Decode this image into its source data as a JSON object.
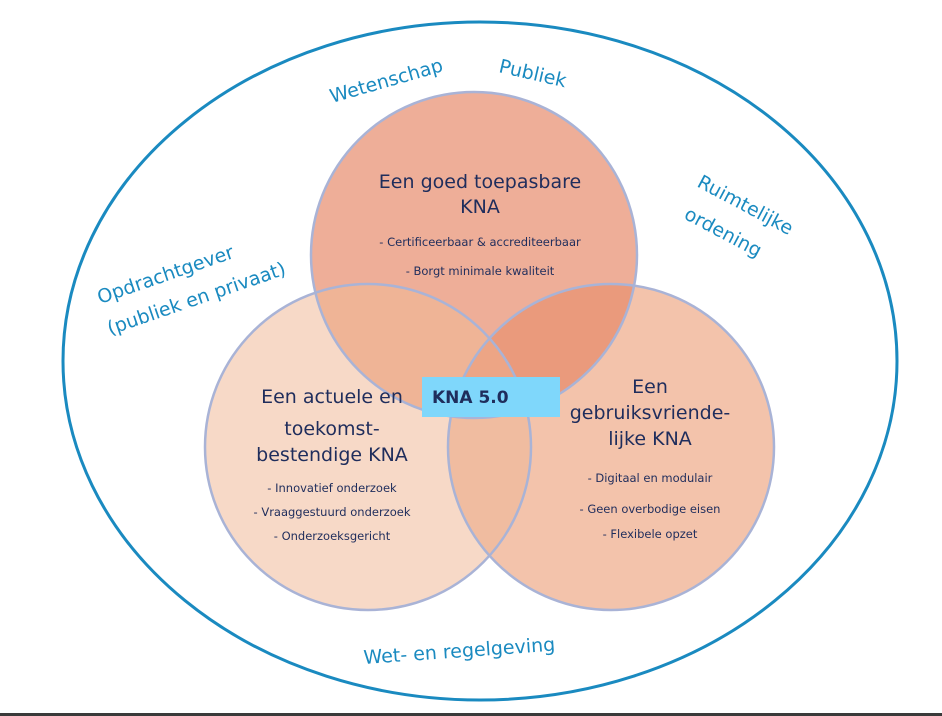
{
  "context_labels": {
    "wetenschap": "Wetenschap",
    "publiek": "Publiek",
    "ruimtelijke_line1": "Ruimtelijke",
    "ruimtelijke_line2": "ordening",
    "opdrachtgever_line1": "Opdrachtgever",
    "opdrachtgever_line2": "(publiek en privaat)",
    "wet_regelgeving": "Wet- en regelgeving"
  },
  "circles": {
    "top": {
      "title_lines": [
        "Een goed toepasbare",
        "KNA"
      ],
      "bullets": [
        "- Certificeerbaar & accrediteerbaar",
        "- Borgt minimale kwaliteit"
      ],
      "fill": "#eeae98"
    },
    "left": {
      "title_lines": [
        "Een actuele en",
        "toekomst-",
        "bestendige KNA"
      ],
      "bullets": [
        "- Innovatief onderzoek",
        "- Vraaggestuurd onderzoek",
        "- Onderzoeksgericht"
      ],
      "fill": "#f7d9c7"
    },
    "right": {
      "title_lines": [
        "Een",
        "gebruiksvriende-",
        "lijke KNA"
      ],
      "bullets": [
        "- Digitaal en modulair",
        "- Geen overbodige eisen",
        "- Flexibele opzet"
      ],
      "fill": "#f3c3ab"
    }
  },
  "center_badge": {
    "label": "KNA 5.0",
    "color": "#7fd7fb"
  },
  "colors": {
    "outer_ellipse": "#1a8ac0",
    "circle_stroke": "#a9b3d6",
    "text_dark": "#1f2d5c"
  }
}
